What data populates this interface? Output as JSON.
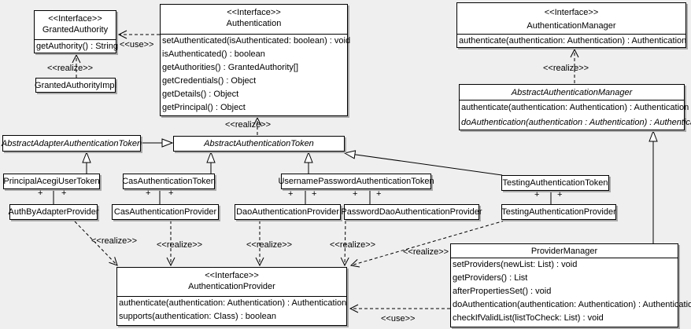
{
  "labels": {
    "use": "<<use>>",
    "realize": "<<realize>>",
    "plus": "+"
  },
  "colors": {
    "background": "#efefef",
    "box_fill": "#ffffff",
    "line": "#000000",
    "shadow": "#a9a9a9"
  },
  "classes": {
    "granted_authority": {
      "stereotype": "<<Interface>>",
      "name": "GrantedAuthority",
      "methods": [
        "getAuthority() : String"
      ]
    },
    "granted_authority_impl": {
      "name": "GrantedAuthorityImpl"
    },
    "authentication": {
      "stereotype": "<<Interface>>",
      "name": "Authentication",
      "methods": [
        "setAuthenticated(isAuthenticated: boolean) : void",
        "isAuthenticated() : boolean",
        "getAuthorities() : GrantedAuthority[]",
        "getCredentials() : Object",
        "getDetails() : Object",
        "getPrincipal() : Object"
      ]
    },
    "authentication_manager": {
      "stereotype": "<<Interface>>",
      "name": "AuthenticationManager",
      "methods": [
        "authenticate(authentication: Authentication) : Authentication"
      ]
    },
    "abstract_authentication_manager": {
      "name": "AbstractAuthenticationManager",
      "methods": [
        "authenticate(authentication: Authentication) : Authentication",
        "doAuthentication(authentication : Authentication) : Authentication"
      ]
    },
    "abstract_adapter_authentication_token": {
      "name": "AbstractAdapterAuthenticationToken"
    },
    "abstract_authentication_token": {
      "name": "AbstractAuthenticationToken"
    },
    "principal_acegi_user_token": {
      "name": "PrincipalAcegiUserToken"
    },
    "cas_authentication_token": {
      "name": "CasAuthenticationToken"
    },
    "username_password_authentication_token": {
      "name": "UsernamePasswordAuthenticationToken"
    },
    "testing_authentication_token": {
      "name": "TestingAuthenticationToken"
    },
    "auth_by_adapter_provider": {
      "name": "AuthByAdapterProvider"
    },
    "cas_authentication_provider": {
      "name": "CasAuthenticationProvider"
    },
    "dao_authentication_provider": {
      "name": "DaoAuthenticationProvider"
    },
    "password_dao_authentication_provider": {
      "name": "PasswordDaoAuthenticationProvider"
    },
    "testing_authentication_provider": {
      "name": "TestingAuthenticationProvider"
    },
    "authentication_provider": {
      "stereotype": "<<Interface>>",
      "name": "AuthenticationProvider",
      "methods": [
        "authenticate(authentication: Authentication) : Authentication",
        "supports(authentication: Class) : boolean"
      ]
    },
    "provider_manager": {
      "name": "ProviderManager",
      "methods": [
        "setProviders(newList: List) : void",
        "getProviders() : List",
        "afterPropertiesSet() : void",
        "doAuthentication(authentication: Authentication) : Authentication",
        "checkIfValidList(listToCheck: List) : void"
      ]
    }
  }
}
